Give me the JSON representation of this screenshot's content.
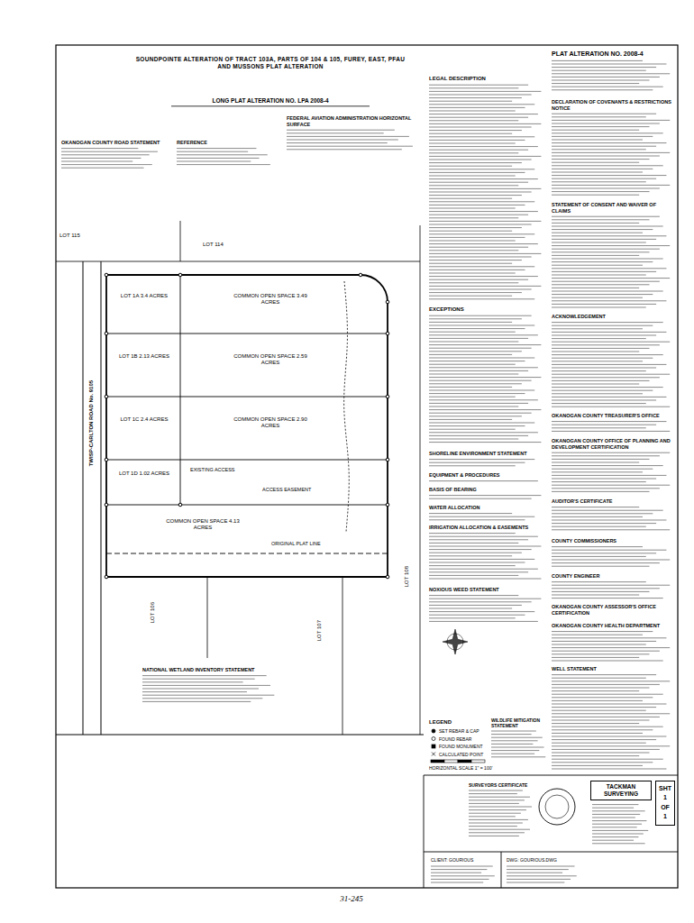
{
  "diagram": {
    "title": "SOUNDPOINTE ALTERATION OF TRACT 103A, PARTS OF 104 & 105, FUREY, EAST, PFAU AND MUSSONS PLAT ALTERATION",
    "nodes": [
      {
        "text": [
          "TACKMAN SURVEYING"
        ]
      },
      {
        "text": [
          "SHT",
          "1",
          "OF",
          "1"
        ]
      }
    ],
    "labels": [
      "LONG PLAT ALTERATION NO. LPA 2008-4",
      "PLAT ALTERATION NO. 2008-4",
      "OKANOGAN COUNTY ROAD STATEMENT",
      "REFERENCE",
      "FEDERAL AVIATION ADMINISTRATION HORIZONTAL SURFACE",
      "LEGAL DESCRIPTION",
      "EXCEPTIONS",
      "SHORELINE ENVIRONMENT STATEMENT",
      "EQUIPMENT & PROCEDURES",
      "BASIS OF BEARING",
      "WATER ALLOCATION",
      "IRRIGATION ALLOCATION & EASEMENTS",
      "NOXIOUS WEED STATEMENT",
      "WILDLIFE MITIGATION STATEMENT",
      "SURVEYORS CERTIFICATE",
      "DECLARATION OF COVENANTS & RESTRICTIONS NOTICE",
      "STATEMENT OF CONSENT AND WAIVER OF CLAIMS",
      "ACKNOWLEDGEMENT",
      "OKANOGAN COUNTY TREASURER'S OFFICE",
      "OKANOGAN COUNTY OFFICE OF PLANNING AND DEVELOPMENT CERTIFICATION",
      "AUDITOR'S CERTIFICATE",
      "COUNTY COMMISSIONERS",
      "COUNTY ENGINEER",
      "OKANOGAN COUNTY ASSESSOR'S OFFICE CERTIFICATION",
      "OKANOGAN COUNTY HEALTH DEPARTMENT",
      "WELL STATEMENT",
      "NATIONAL WETLAND INVENTORY STATEMENT",
      "LEGEND",
      "TWISP-CARLTON ROAD No. 9105",
      "LOT 115",
      "LOT 114",
      "LOT 1A 3.4 ACRES",
      "LOT 1B 2.13 ACRES",
      "LOT 1C 2.4 ACRES",
      "LOT 1D 1.02 ACRES",
      "COMMON OPEN SPACE 3.49 ACRES",
      "COMMON OPEN SPACE 2.59 ACRES",
      "COMMON OPEN SPACE 2.90 ACRES",
      "EXISTING ACCESS",
      "ACCESS EASEMENT",
      "COMMON OPEN SPACE 4.13 ACRES",
      "ORIGINAL PLAT LINE",
      "LOT 106",
      "LOT 107",
      "LOT 108",
      "HORIZONTAL SCALE 1\" = 100'",
      "31-245",
      "CLIENT: GOURIOUS",
      "DWG: GOURIOUS.DWG"
    ],
    "legend": [
      {
        "text": "SET REBAR & CAP"
      },
      {
        "text": "FOUND REBAR"
      },
      {
        "text": "FOUND MONUMENT"
      },
      {
        "text": "CALCULATED POINT"
      }
    ]
  }
}
